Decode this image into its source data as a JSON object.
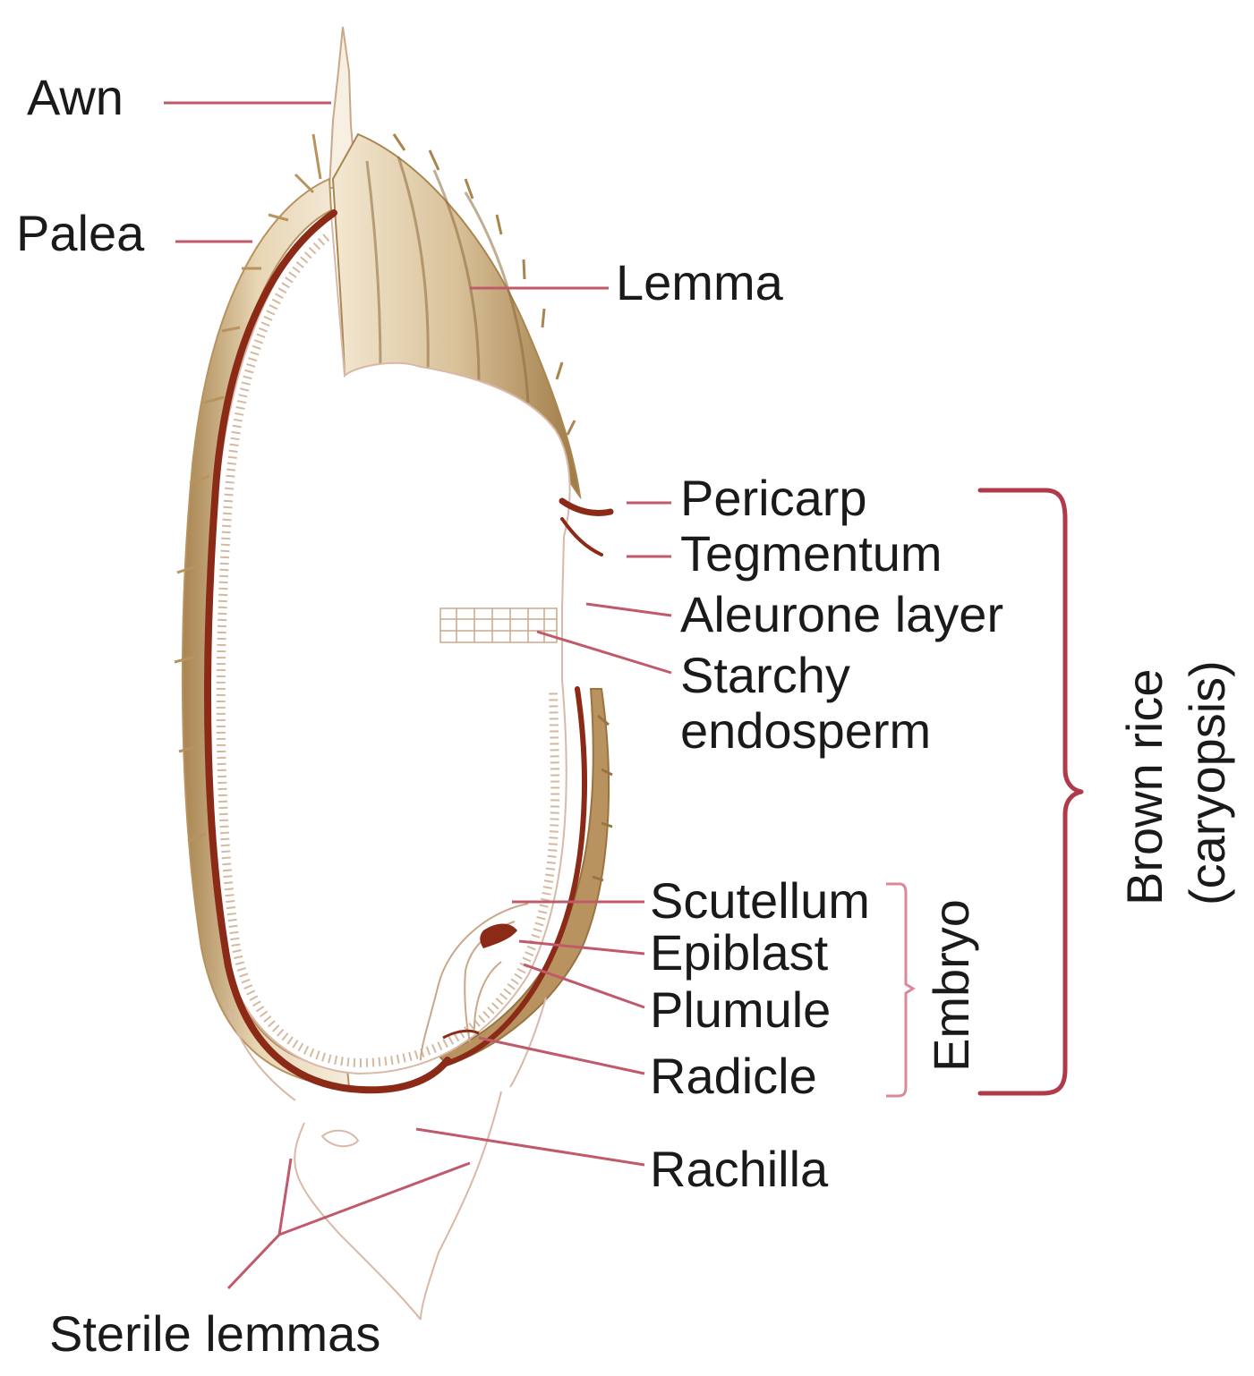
{
  "labels": {
    "awn": "Awn",
    "palea": "Palea",
    "lemma": "Lemma",
    "pericarp": "Pericarp",
    "tegmentum": "Tegmentum",
    "aleurone": "Aleurone layer",
    "starchy_1": "Starchy",
    "starchy_2": "endosperm",
    "scutellum": "Scutellum",
    "epiblast": "Epiblast",
    "plumule": "Plumule",
    "radicle": "Radicle",
    "rachilla": "Rachilla",
    "sterile": "Sterile lemmas",
    "embryo": "Embryo",
    "brown_1": "Brown rice",
    "brown_2": "(caryopsis)"
  },
  "colors": {
    "leader": "#c05a6a",
    "brace": "#b03a4a",
    "hull_light": "#f2e6cf",
    "hull_dark": "#b89360",
    "seed_coat": "#8c2a18",
    "outline": "#c9a88a"
  }
}
